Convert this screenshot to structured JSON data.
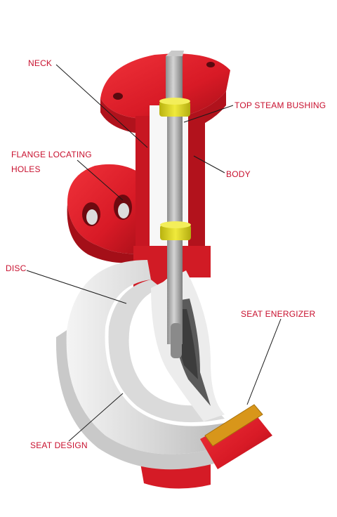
{
  "labels": {
    "neck": "NECK",
    "flange_locating_holes_line1": "FLANGE LOCATING",
    "flange_locating_holes_line2": "HOLES",
    "disc": "DISC",
    "seat_design": "SEAT DESIGN",
    "top_steam_bushing": "TOP STEAM BUSHING",
    "body": "BODY",
    "seat_energizer": "SEAT ENERGIZER"
  },
  "colors": {
    "label_text": "#c8102e",
    "body_red": "#e11d2a",
    "seat_white": "#e6e6e6",
    "bushing_yellow": "#d9d21c",
    "energizer_gold": "#d89a17",
    "stem_gray": "#a9a9a9"
  }
}
